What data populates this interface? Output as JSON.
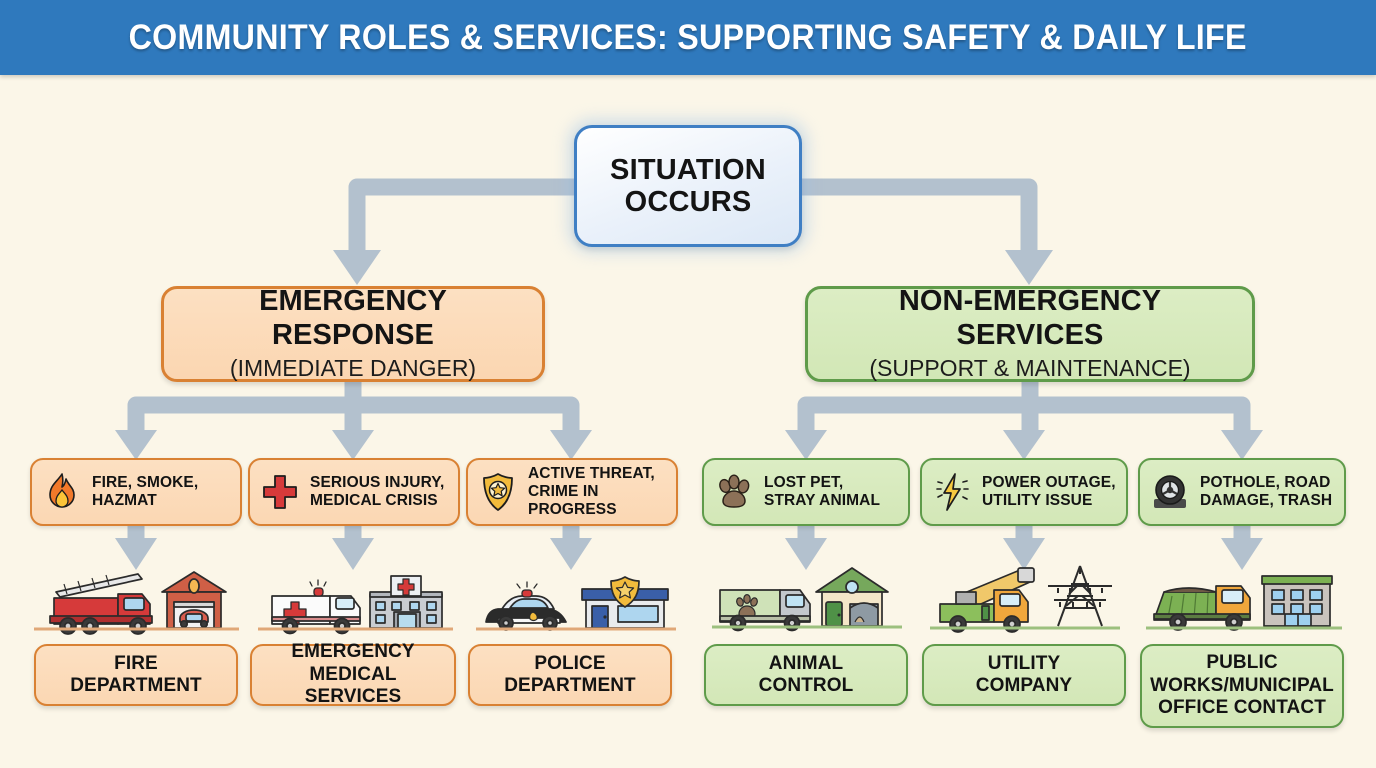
{
  "header": {
    "title": "COMMUNITY ROLES & SERVICES: SUPPORTING SAFETY & DAILY LIFE",
    "bg_color": "#2f79bd",
    "text_color": "#ffffff"
  },
  "canvas": {
    "background_color": "#fbf6e8"
  },
  "root": {
    "label": "SITUATION\nOCCURS",
    "line1": "SITUATION",
    "line2": "OCCURS",
    "border_color": "#3f7fc4",
    "fill_color": "#eaf1fa"
  },
  "branches": [
    {
      "id": "emergency",
      "title": "EMERGENCY RESPONSE",
      "subtitle": "(IMMEDIATE DANGER)",
      "accent_color": "#d98133",
      "fill_color": "#fbd7b3",
      "columns": [
        {
          "condition": "FIRE, SMOKE,\nHAZMAT",
          "condition_icon": "flame-icon",
          "result": "FIRE\nDEPARTMENT",
          "illustration": "fire-truck-and-fire-station-illustration"
        },
        {
          "condition": "SERIOUS INJURY,\nMEDICAL CRISIS",
          "condition_icon": "red-cross-icon",
          "result": "EMERGENCY\nMEDICAL SERVICES",
          "illustration": "ambulance-and-hospital-illustration"
        },
        {
          "condition": "ACTIVE THREAT,\nCRIME IN PROGRESS",
          "condition_icon": "police-badge-icon",
          "result": "POLICE\nDEPARTMENT",
          "illustration": "police-car-and-police-station-illustration"
        }
      ]
    },
    {
      "id": "non-emergency",
      "title": "NON-EMERGENCY SERVICES",
      "subtitle": "(SUPPORT & MAINTENANCE)",
      "accent_color": "#5f9b4a",
      "fill_color": "#d3e7b7",
      "columns": [
        {
          "condition": "LOST PET,\nSTRAY ANIMAL",
          "condition_icon": "paw-print-icon",
          "result": "ANIMAL\nCONTROL",
          "illustration": "animal-control-van-and-shelter-illustration"
        },
        {
          "condition": "POWER OUTAGE,\nUTILITY ISSUE",
          "condition_icon": "lightning-bolt-icon",
          "result": "UTILITY\nCOMPANY",
          "illustration": "bucket-truck-and-power-pylon-illustration"
        },
        {
          "condition": "POTHOLE, ROAD\nDAMAGE, TRASH",
          "condition_icon": "tire-pothole-icon",
          "result": "PUBLIC\nWORKS/MUNICIPAL\nOFFICE CONTACT",
          "illustration": "dump-truck-and-municipal-building-illustration"
        }
      ]
    }
  ],
  "connectors": {
    "color": "#b0bfcd",
    "style": "elbow-arrow"
  }
}
